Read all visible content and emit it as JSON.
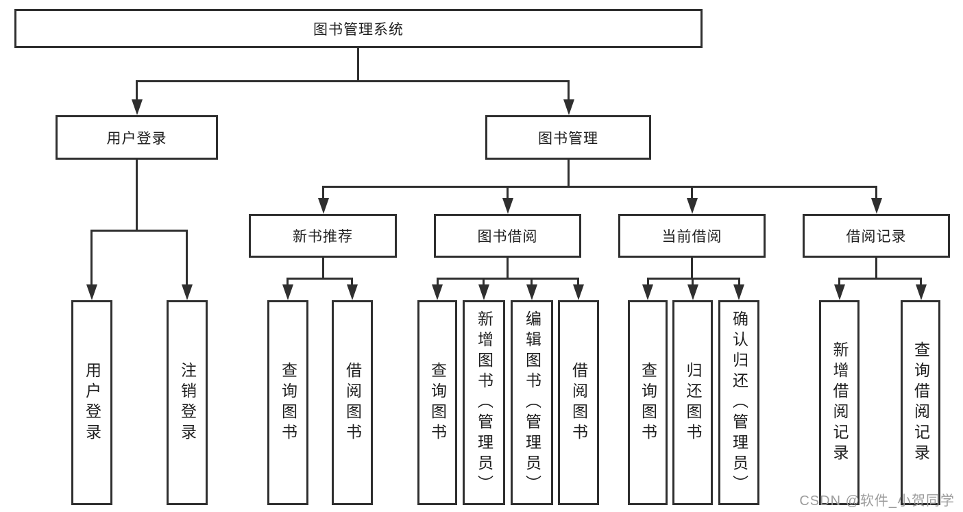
{
  "diagram": {
    "kind": "hierarchy-structure-diagram",
    "title": "图书管理系统"
  },
  "nodes": {
    "root": {
      "label": "图书管理系统"
    },
    "level2": [
      {
        "id": "user-login",
        "label": "用户登录"
      },
      {
        "id": "book-management",
        "label": "图书管理"
      }
    ],
    "level3": [
      {
        "id": "new-book-recommend",
        "label": "新书推荐",
        "parent": "book-management"
      },
      {
        "id": "book-borrowing",
        "label": "图书借阅",
        "parent": "book-management"
      },
      {
        "id": "current-borrowing",
        "label": "当前借阅",
        "parent": "book-management"
      },
      {
        "id": "borrowing-records",
        "label": "借阅记录",
        "parent": "book-management"
      }
    ],
    "leaves": [
      {
        "id": "leaf-user-login",
        "label": "用户登录",
        "parent": "user-login"
      },
      {
        "id": "leaf-logout",
        "label": "注销登录",
        "parent": "user-login"
      },
      {
        "id": "leaf-query-books-1",
        "label": "查询图书",
        "parent": "new-book-recommend"
      },
      {
        "id": "leaf-borrow-books-1",
        "label": "借阅图书",
        "parent": "new-book-recommend"
      },
      {
        "id": "leaf-query-books-2",
        "label": "查询图书",
        "parent": "book-borrowing"
      },
      {
        "id": "leaf-add-books-admin",
        "label": "新增图书（管理员）",
        "parent": "book-borrowing"
      },
      {
        "id": "leaf-edit-books-admin",
        "label": "编辑图书（管理员）",
        "parent": "book-borrowing"
      },
      {
        "id": "leaf-borrow-books-2",
        "label": "借阅图书",
        "parent": "book-borrowing"
      },
      {
        "id": "leaf-query-books-3",
        "label": "查询图书",
        "parent": "current-borrowing"
      },
      {
        "id": "leaf-return-books",
        "label": "归还图书",
        "parent": "current-borrowing"
      },
      {
        "id": "leaf-confirm-return-admin",
        "label": "确认归还（管理员）",
        "parent": "current-borrowing"
      },
      {
        "id": "leaf-add-borrow-record",
        "label": "新增借阅记录",
        "parent": "borrowing-records"
      },
      {
        "id": "leaf-query-borrow-record",
        "label": "查询借阅记录",
        "parent": "borrowing-records"
      }
    ]
  },
  "watermark": {
    "text": "CSDN @软件_小贺同学"
  },
  "colors": {
    "line": "#2f2f2f",
    "text": "#1f1f1f",
    "watermark": "#9c9c9c",
    "background": "#ffffff"
  }
}
